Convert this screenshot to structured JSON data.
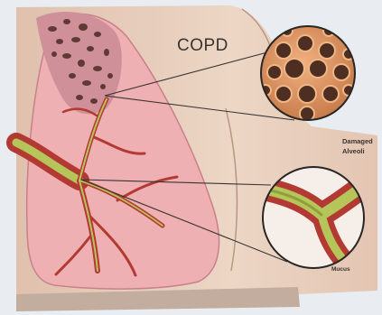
{
  "diagram": {
    "title": "COPD",
    "callouts": {
      "damaged_alveoli_line1": "Damaged",
      "damaged_alveoli_line2": "Alveoli",
      "mucus": "Mucus"
    }
  },
  "colors": {
    "background": "#e9edf2",
    "skin": "#ead2bf",
    "lung": "#efb0b4",
    "lung_edge": "#c98089",
    "airway": "#b33a32",
    "mucus": "#b6c55a",
    "alveoli": "#d9935f",
    "alveoli_hole": "#4e2e20"
  }
}
